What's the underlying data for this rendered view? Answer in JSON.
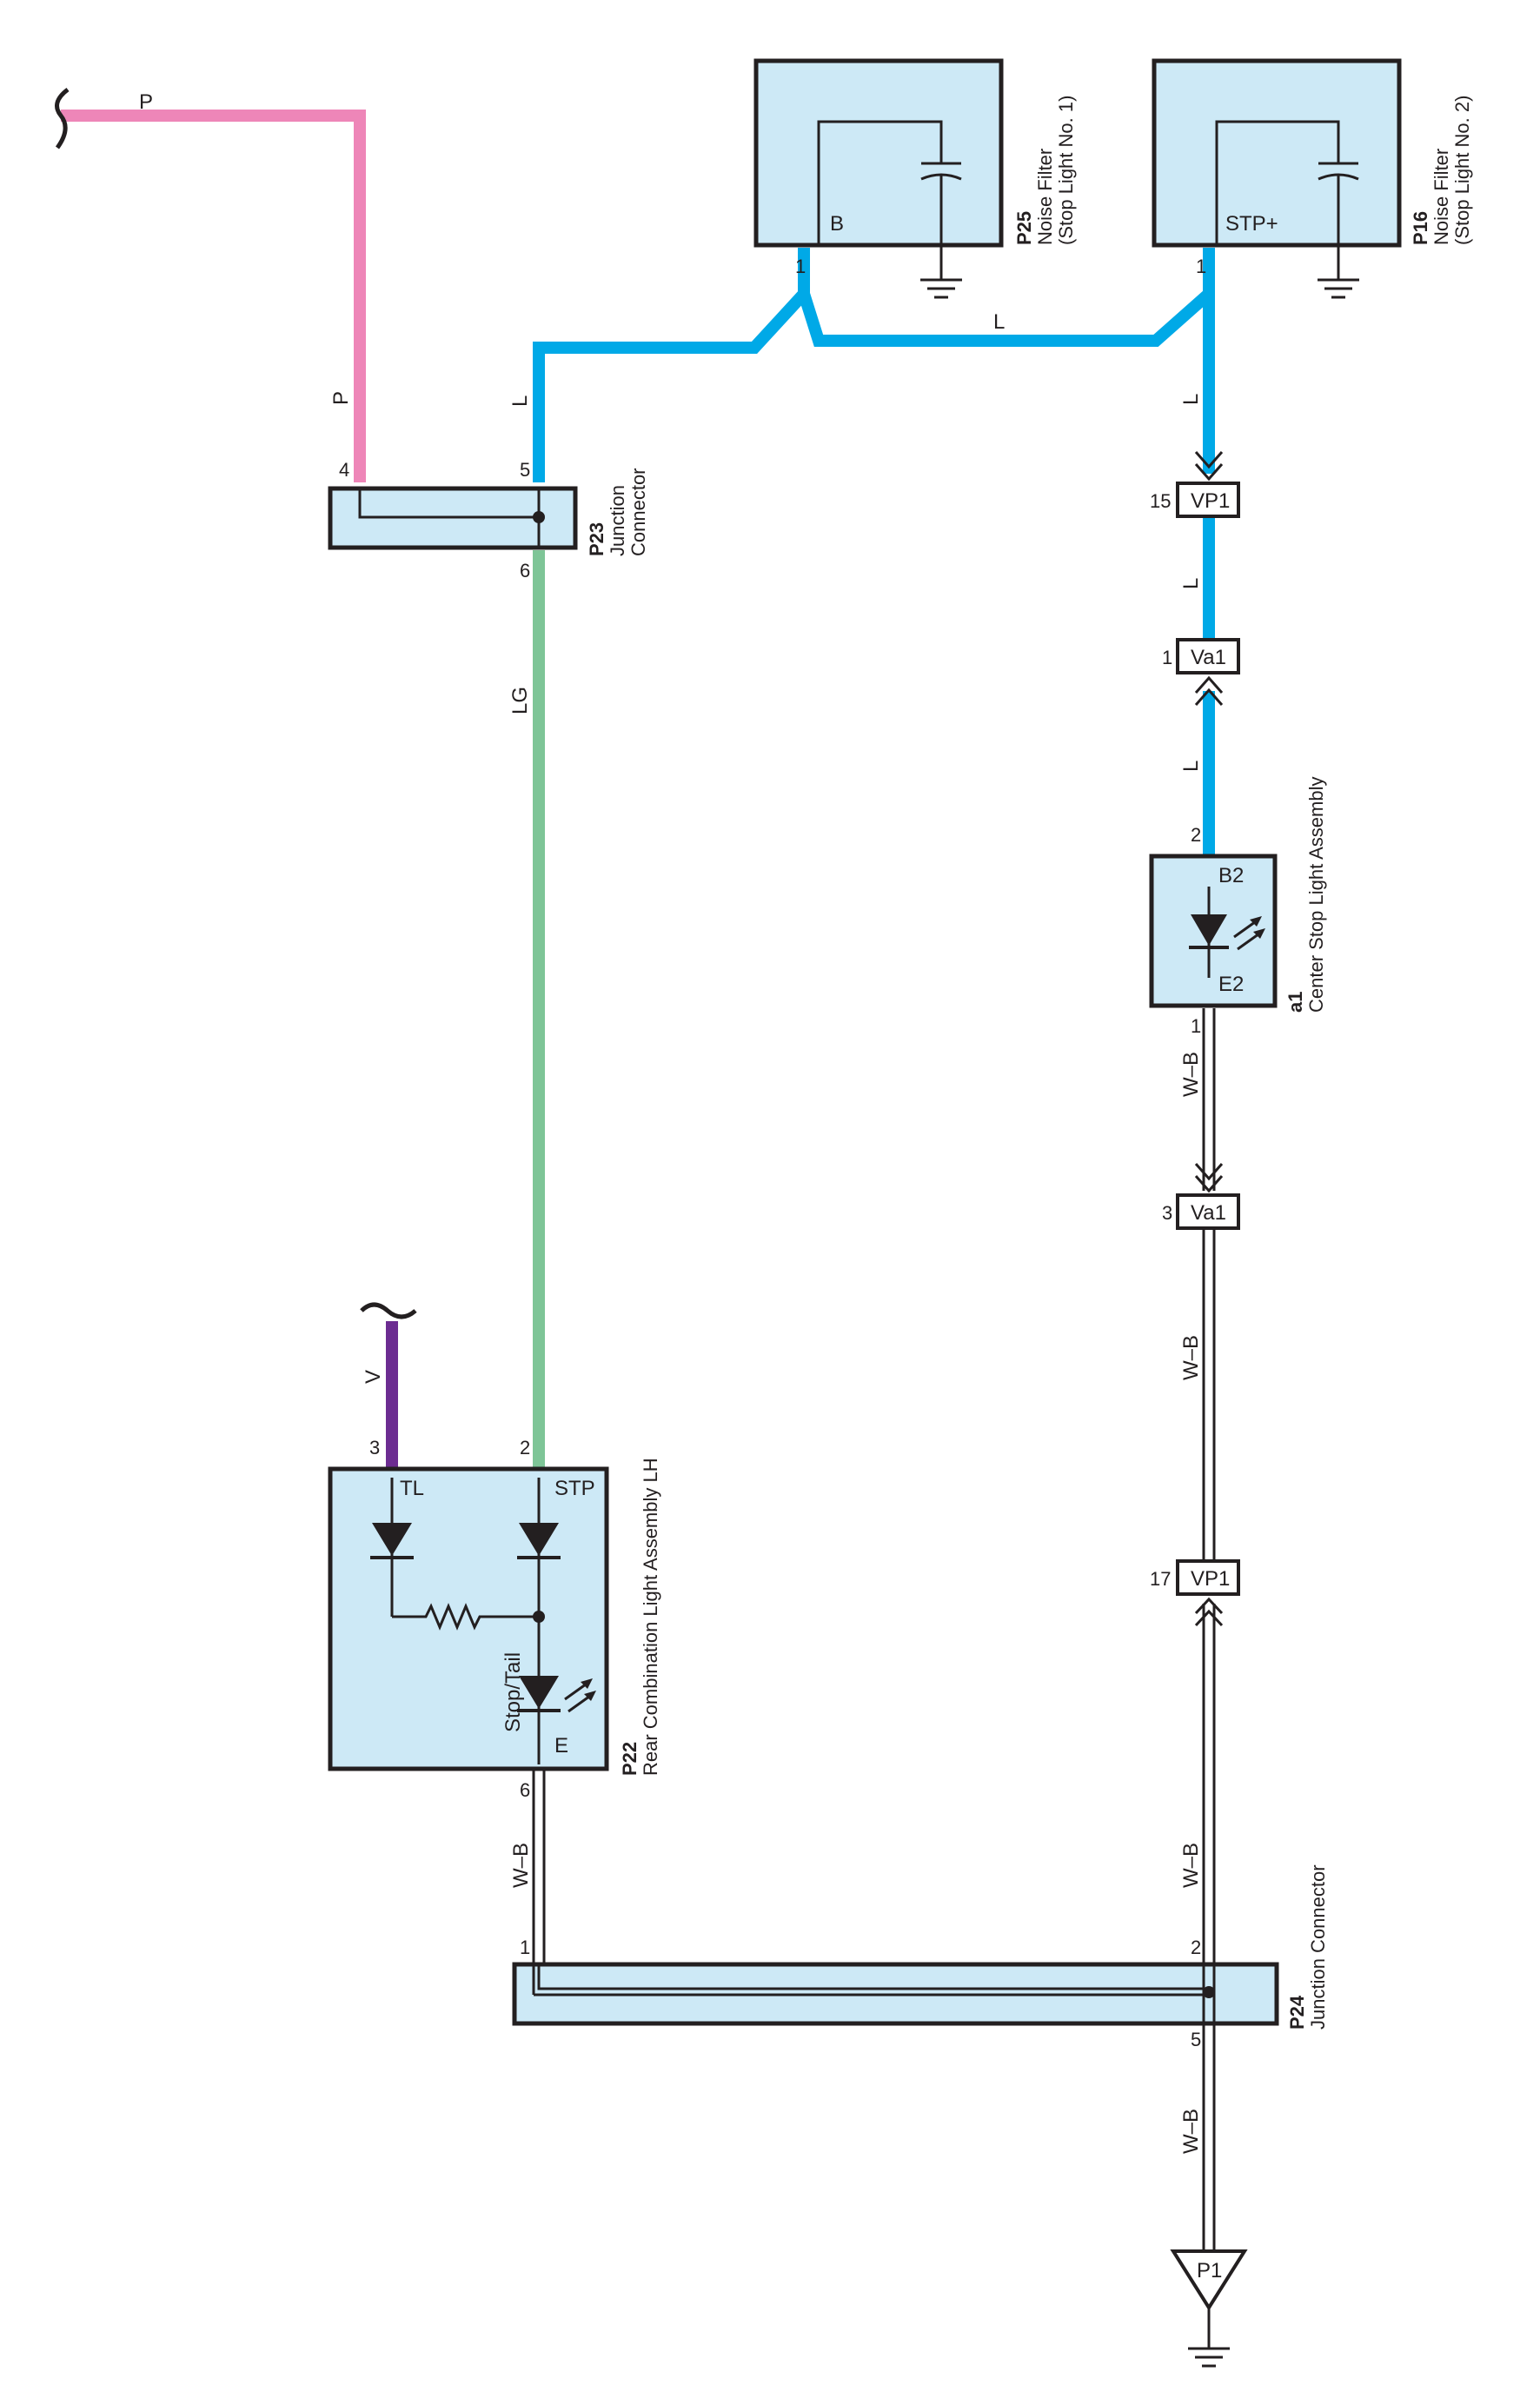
{
  "colors": {
    "P": "#ee86b8",
    "L": "#00a9e7",
    "LG": "#7ec597",
    "V": "#6c2c91",
    "WB": "#231f20",
    "component_fill": "#cde9f6"
  },
  "wires": {
    "P": "P",
    "L": "L",
    "LG": "LG",
    "V": "V",
    "WB": "W–B"
  },
  "components": {
    "p25": {
      "code": "P25",
      "name1": "Noise Filter",
      "name2": "(Stop Light No.  1)",
      "term": "B",
      "pin": "1"
    },
    "p16": {
      "code": "P16",
      "name1": "Noise Filter",
      "name2": "(Stop Light No.  2)",
      "term": "STP+",
      "pin": "1"
    },
    "p23": {
      "code": "P23",
      "name1": "Junction",
      "name2": "Connector",
      "pin4": "4",
      "pin5": "5",
      "pin6": "6"
    },
    "a1": {
      "code": "a1",
      "name": "Center Stop Light Assembly",
      "term_top": "B2",
      "term_bottom": "E2",
      "pin_top": "2",
      "pin_bottom": "1"
    },
    "p22": {
      "code": "P22",
      "name": "Rear Combination Light Assembly LH",
      "term_tl": "TL",
      "term_stp": "STP",
      "term_stoptail": "Stop/Tail",
      "term_e": "E",
      "pin3": "3",
      "pin2": "2",
      "pin6": "6"
    },
    "p24": {
      "code": "P24",
      "name": "Junction Connector",
      "pin1": "1",
      "pin2": "2",
      "pin5": "5"
    },
    "p1": {
      "code": "P1"
    }
  },
  "connectors": [
    {
      "name": "VP1",
      "pin": "15"
    },
    {
      "name": "Va1",
      "pin": "1"
    },
    {
      "name": "Va1",
      "pin": "3"
    },
    {
      "name": "VP1",
      "pin": "17"
    }
  ]
}
